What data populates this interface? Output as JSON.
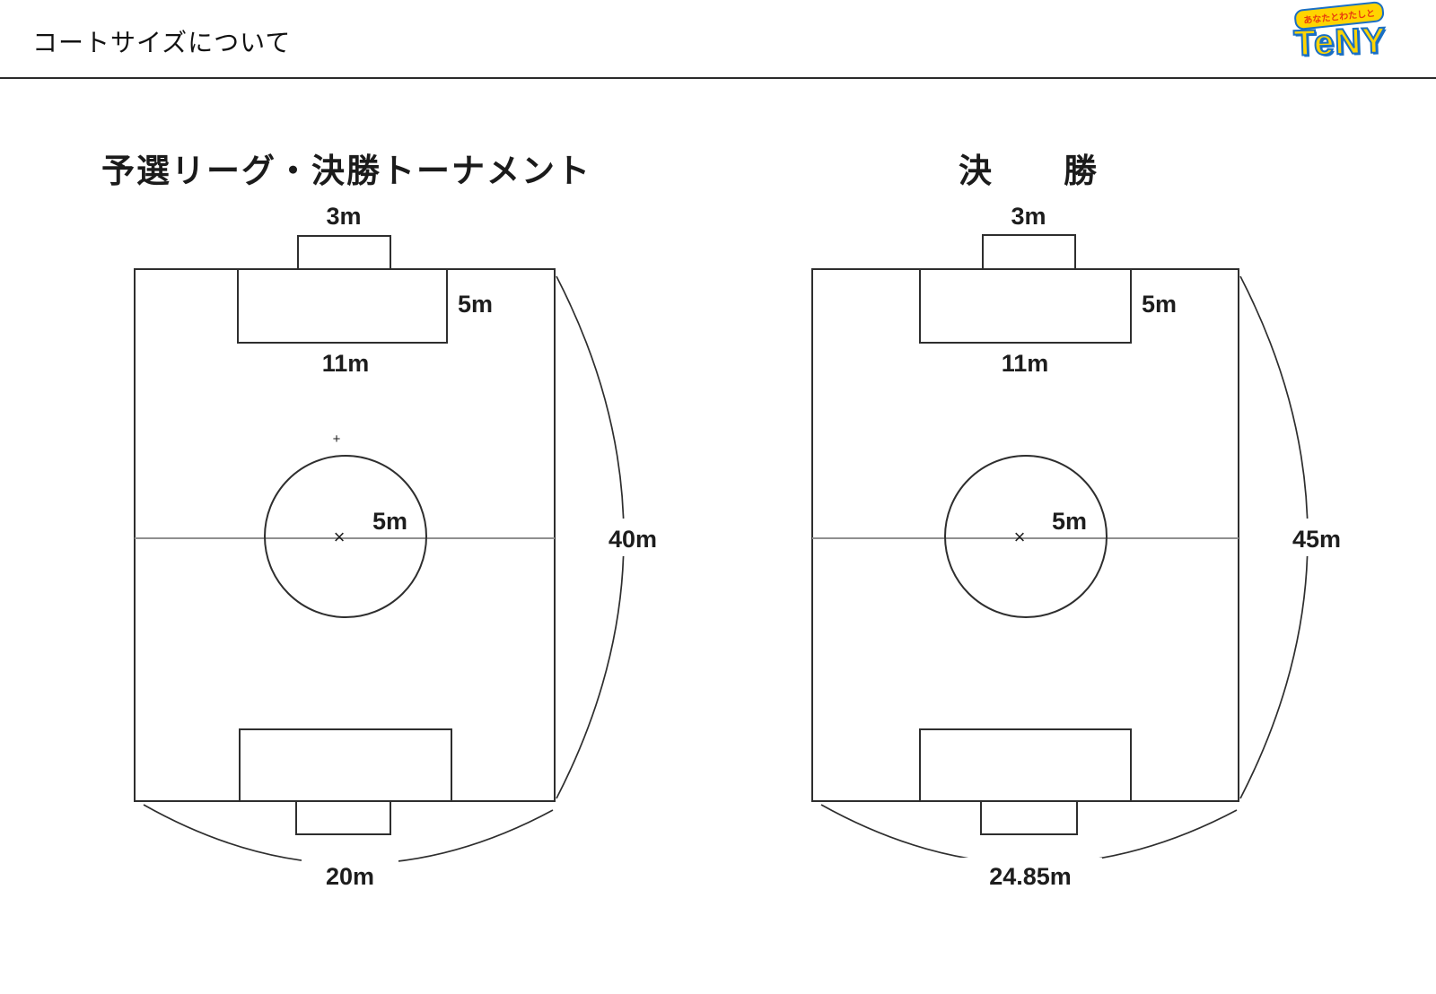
{
  "header": {
    "title": "コートサイズについて"
  },
  "logo": {
    "tagline": "あなたとわたしと",
    "name": "TeNY"
  },
  "courts": [
    {
      "title": "予選リーグ・決勝トーナメント",
      "goal_width": "3m",
      "penalty_depth": "5m",
      "penalty_width": "11m",
      "center_circle": "5m",
      "length": "40m",
      "width": "20m",
      "center_mark": "×",
      "penalty_mark": "+"
    },
    {
      "title": "決　　勝",
      "goal_width": "3m",
      "penalty_depth": "5m",
      "penalty_width": "11m",
      "center_circle": "5m",
      "length": "45m",
      "width": "24.85m",
      "center_mark": "×"
    }
  ]
}
